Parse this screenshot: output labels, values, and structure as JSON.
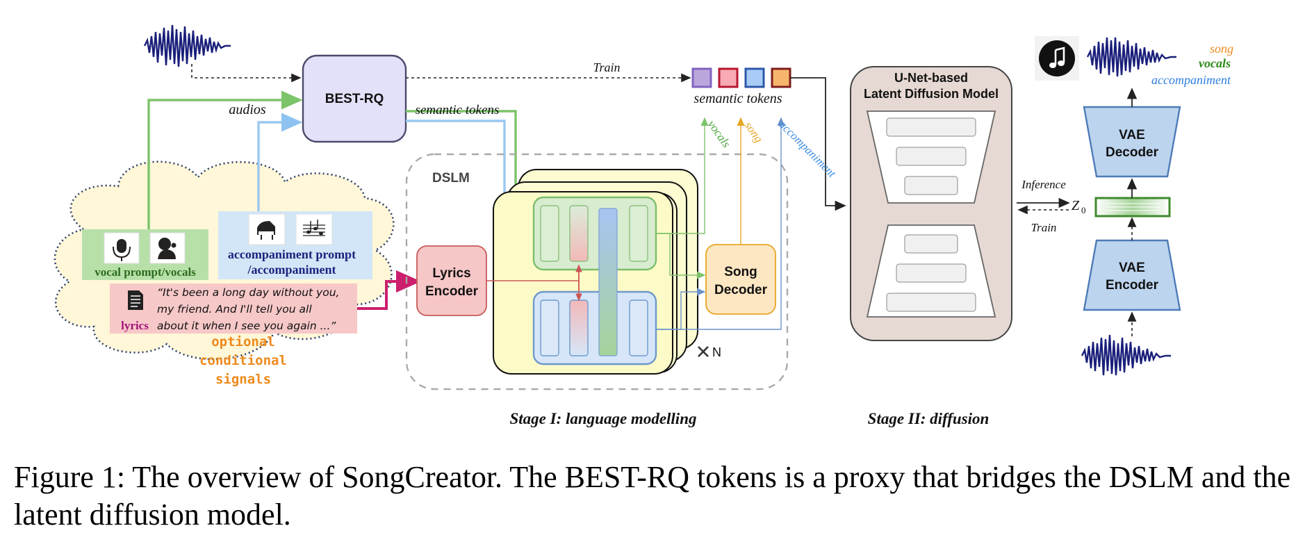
{
  "labels": {
    "best_rq": "BEST-RQ",
    "train_top": "Train",
    "audios": "audios",
    "semantic_tokens_edge": "semantic tokens",
    "semantic_tokens": "semantic tokens",
    "vocals": "vocals",
    "song": "song",
    "accompaniment": "accompaniment",
    "dslm": "DSLM",
    "lyrics_encoder_1": "Lyrics",
    "lyrics_encoder_2": "Encoder",
    "song_decoder_1": "Song",
    "song_decoder_2": "Decoder",
    "times_n": "N",
    "vocal_prompt": "vocal prompt/vocals",
    "acc_prompt_1": "accompaniment prompt",
    "acc_prompt_2": "/accompaniment",
    "lyrics": "lyrics",
    "lyrics_text_1": "“It's been a long day without you,",
    "lyrics_text_2": "my friend. And I'll tell you all",
    "lyrics_text_3": "about it when I see you again ...”",
    "optional_1": "optional",
    "optional_2": "conditional",
    "optional_3": "signals",
    "unet_1": "U-Net-based",
    "unet_2": "Latent Diffusion Model",
    "inference": "Inference",
    "train_bottom": "Train",
    "z0": "Z",
    "z0_sub": "0",
    "vae_decoder_1": "VAE",
    "vae_decoder_2": "Decoder",
    "vae_encoder_1": "VAE",
    "vae_encoder_2": "Encoder",
    "out_song": "song",
    "out_vocals": "vocals",
    "out_accompaniment": "accompaniment",
    "stage1": "Stage I: language modelling",
    "stage2": "Stage II: diffusion"
  },
  "caption": "Figure 1: The overview of SongCreator. The BEST-RQ tokens is a proxy that bridges the DSLM and the latent diffusion model.",
  "colors": {
    "green": "#7dc36a",
    "blue": "#99c8f0",
    "orange": "#e6a623",
    "magenta": "#cc1f6d",
    "token_purple": "#9b7fc2",
    "token_red": "#c0233a",
    "token_blue": "#2f5fb0",
    "token_orange": "#e2792a"
  },
  "icons": [
    "waveform-icon",
    "microphone-icon",
    "singer-icon",
    "piano-icon",
    "music-score-icon",
    "document-icon",
    "music-note-icon"
  ]
}
